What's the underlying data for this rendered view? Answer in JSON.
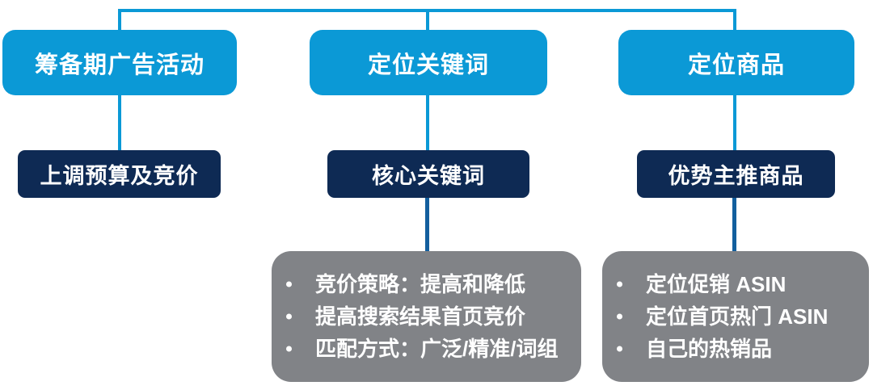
{
  "palette": {
    "stage_blue": "#0b99d6",
    "tactic_navy": "#0e2a54",
    "details_gray": "#818387",
    "connector_light": "#0b99d6",
    "connector_dark": "#135f9e",
    "text": "#ffffff",
    "background": "#ffffff"
  },
  "diagram": {
    "type": "tree",
    "columns": [
      {
        "id": "prep",
        "stage_label": "筹备期广告活动",
        "tactic_label": "上调预算及竞价",
        "details": null
      },
      {
        "id": "keywords",
        "stage_label": "定位关键词",
        "tactic_label": "核心关键词",
        "details": {
          "bullets": [
            "竞价策略：提高和降低",
            "提高搜索结果首页竞价",
            "匹配方式：广泛/精准/词组"
          ]
        }
      },
      {
        "id": "products",
        "stage_label": "定位商品",
        "tactic_label": "优势主推商品",
        "details": {
          "bullets": [
            "定位促销 ASIN",
            "定位首页热门 ASIN",
            "自己的热销品"
          ]
        }
      }
    ]
  }
}
